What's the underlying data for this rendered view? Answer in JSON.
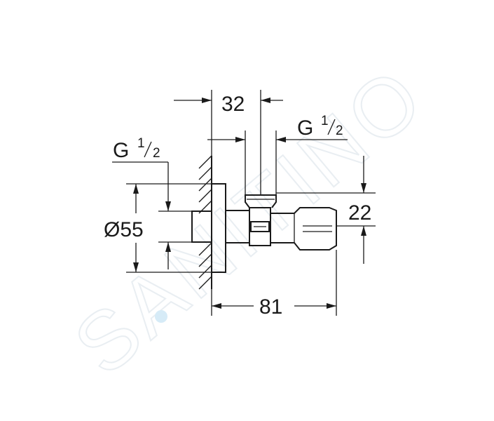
{
  "watermark": {
    "text": "SANITINO",
    "drop_color": "#d6ebf7"
  },
  "dimensions": {
    "top_width": "32",
    "thread_top": {
      "letter": "G",
      "num": "1",
      "den": "2"
    },
    "thread_left": {
      "letter": "G",
      "num": "1",
      "den": "2"
    },
    "diameter": "Ø55",
    "height_right": "22",
    "length_bottom": "81"
  },
  "colors": {
    "line": "#1a1a1a",
    "background": "#ffffff"
  }
}
